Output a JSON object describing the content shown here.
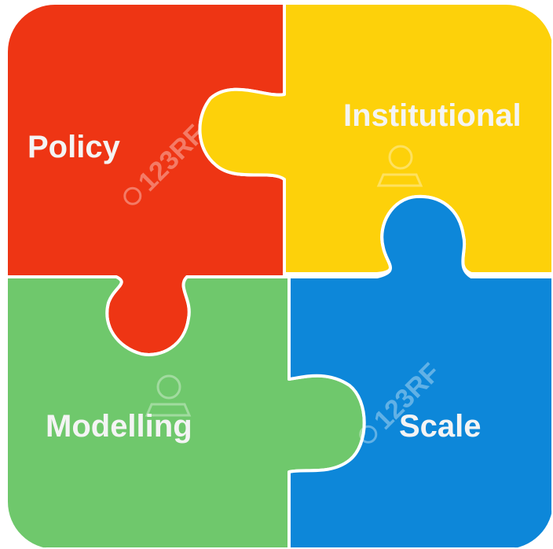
{
  "labels": {
    "top_left": "Policy",
    "top_right": "Institutional",
    "bottom_left": "Modelling",
    "bottom_right": "Scale"
  },
  "watermark": "123RF",
  "colors": {
    "red": "#ee3514",
    "yellow": "#fdd10a",
    "green": "#6fc86c",
    "blue": "#0d87d9",
    "label_text": "#f4f4f4"
  }
}
